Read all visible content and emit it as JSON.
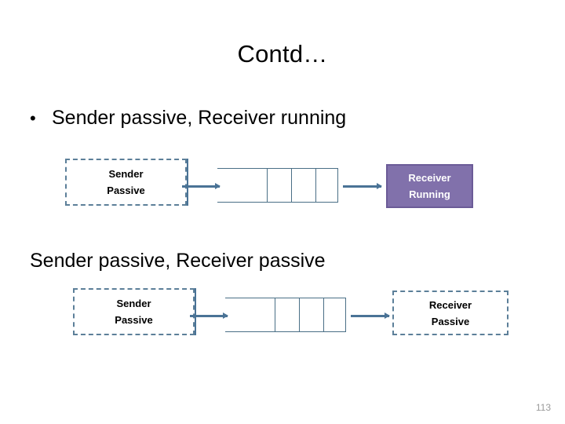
{
  "slide": {
    "title": "Contd…",
    "page_number": "113",
    "accent_colors": {
      "dashed_border": "#5c7f99",
      "arrow": "#4a7396",
      "buffer_border": "#4a6f86",
      "purple_fill": "#8171ab",
      "purple_border": "#6b5b97",
      "page_number_color": "#9a9a9a"
    }
  },
  "body": {
    "bullet_marker": "•",
    "bullet_text": "Sender passive, Receiver running",
    "second_heading": "Sender passive, Receiver passive"
  },
  "diagrams": [
    {
      "id": "row-1",
      "sender": {
        "line1": "Sender",
        "line2": "Passive",
        "style": "dashed"
      },
      "buffer": {
        "cells": 4,
        "filled": 0
      },
      "receiver": {
        "line1": "Receiver",
        "line2": "Running",
        "style": "solid-purple"
      }
    },
    {
      "id": "row-2",
      "sender": {
        "line1": "Sender",
        "line2": "Passive",
        "style": "dashed"
      },
      "buffer": {
        "cells": 4,
        "filled": 0
      },
      "receiver": {
        "line1": "Receiver",
        "line2": "Passive",
        "style": "dashed"
      }
    }
  ]
}
